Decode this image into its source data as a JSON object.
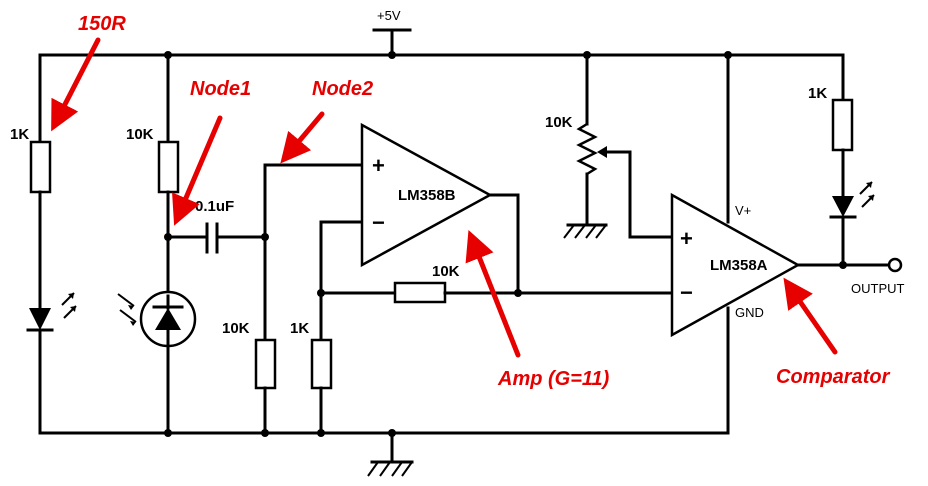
{
  "supply": {
    "label": "+5V"
  },
  "components": {
    "r_led_left": "1K",
    "r_photo": "10K",
    "capacitor": "0.1uF",
    "r_bias": "10K",
    "r_gain_ground": "1K",
    "r_feedback": "10K",
    "potentiometer": "10K",
    "r_led_out": "1K",
    "opamp_b": "LM358B",
    "opamp_a": "LM358A",
    "plus_sign": "+",
    "minus_sign": "−",
    "vplus_pin": "V+",
    "gnd_pin": "GND",
    "output": "OUTPUT"
  },
  "annotations": {
    "r150": "150R",
    "node1": "Node1",
    "node2": "Node2",
    "amp": "Amp (G=11)",
    "comparator": "Comparator"
  },
  "colors": {
    "annotation": "#e60000",
    "wire": "#000000"
  }
}
